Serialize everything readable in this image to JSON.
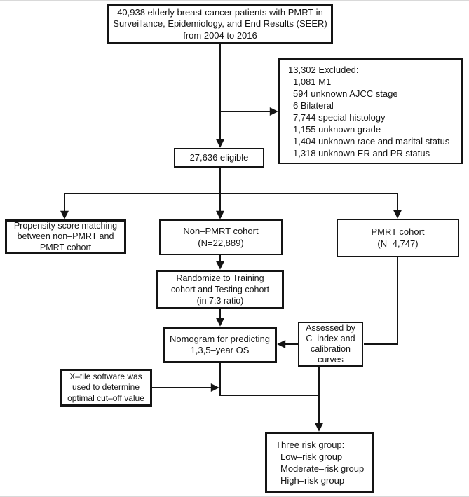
{
  "figure": {
    "type": "flowchart",
    "background": "#ffffff",
    "ink": "#141414",
    "box_fill": "#ffffff"
  },
  "nodes": {
    "source": {
      "lines": [
        "40,938 elderly breast cancer patients with PMRT in",
        "Surveillance, Epidemiology, and End Results (SEER)",
        "from 2004 to 2016"
      ]
    },
    "excluded": {
      "lines": [
        "13,302 Excluded:",
        "1,081 M1",
        "594 unknown AJCC stage",
        "6 Bilateral",
        "7,744 special histology",
        "1,155 unknown grade",
        "1,404 unknown race and marital status",
        "1,318 unknown ER and PR status"
      ]
    },
    "eligible": {
      "lines": [
        "27,636 eligible"
      ]
    },
    "propensity": {
      "lines": [
        "Propensity score matching",
        "between non–PMRT and",
        "PMRT cohort"
      ]
    },
    "non_pmrt": {
      "lines": [
        "Non–PMRT cohort",
        "(N=22,889)"
      ]
    },
    "pmrt": {
      "lines": [
        "PMRT cohort",
        "(N=4,747)"
      ]
    },
    "randomize": {
      "lines": [
        "Randomize to Training",
        "cohort and Testing cohort",
        "(in 7:3 ratio)"
      ]
    },
    "nomogram": {
      "lines": [
        "Nomogram for predicting",
        "1,3,5–year OS"
      ]
    },
    "assessed": {
      "lines": [
        "Assessed by",
        "C–index and",
        "calibration",
        "curves"
      ]
    },
    "xtile": {
      "lines": [
        "X–tile software was",
        "used to determine",
        "optimal cut–off value"
      ]
    },
    "risk_groups": {
      "lines": [
        "Three risk group:",
        "Low–risk group",
        "Moderate–risk group",
        "High–risk group"
      ]
    }
  }
}
